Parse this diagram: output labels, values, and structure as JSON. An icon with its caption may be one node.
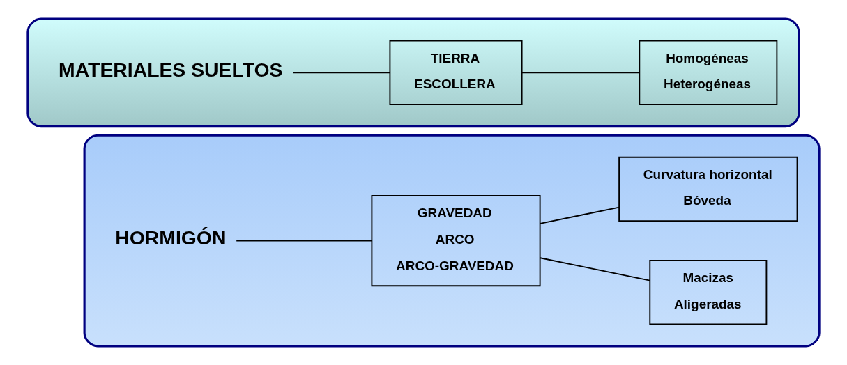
{
  "diagram": {
    "nodes": [
      {
        "text": [],
        "shape": "box"
      },
      {
        "text": [
          "MATERIALES SUELTOS"
        ],
        "in": 0
      },
      {
        "text": [
          "TIERRA",
          "ESCOLLERA"
        ],
        "in": 0
      },
      {
        "text": [
          "Homogéneas",
          "Heterogéneas"
        ],
        "in": 0
      },
      {
        "text": [],
        "shape": "box"
      },
      {
        "text": [
          "HORMIGÓN"
        ],
        "in": 4
      },
      {
        "text": [
          "GRAVEDAD",
          "ARCO",
          "ARCO-GRAVEDAD"
        ],
        "in": 4
      },
      {
        "text": [
          "Macizas",
          "Aligeradas"
        ],
        "in": 4
      },
      {
        "text": [
          "Curvatura horizontal",
          "Bóveda"
        ],
        "in": 4
      }
    ],
    "edges": [
      {
        "from": 1,
        "to": 2,
        "arrow": "none"
      },
      {
        "from": 2,
        "to": 3,
        "arrow": "none"
      },
      {
        "from": 5,
        "to": 6,
        "arrow": "none"
      },
      {
        "from": 6,
        "to": 7,
        "arrow": "none"
      },
      {
        "from": 6,
        "to": 8,
        "arrow": "none"
      }
    ]
  }
}
